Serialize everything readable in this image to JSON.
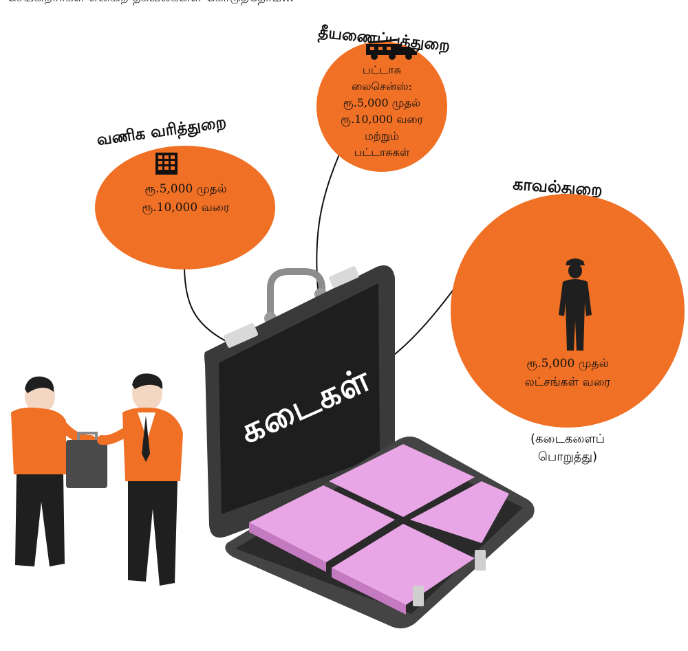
{
  "header": {
    "partial_text": "செய்கிறார்கள் என்கிற தகவல்களை கொடுத்தோம்..."
  },
  "case": {
    "label": "கடைகள்"
  },
  "departments": {
    "commercial_tax": {
      "label": "வணிக வரித்துறை",
      "icon": "building-icon",
      "lines": [
        "ரூ.5,000 முதல்",
        "ரூ.10,000 வரை"
      ]
    },
    "fire": {
      "label": "தீயணைப்புத்துறை",
      "icon": "fire-truck-icon",
      "lines": [
        "பட்டாசு",
        "லைசென்ஸ்:",
        "ரூ.5,000 முதல்",
        "ரூ.10,000 வரை",
        "மற்றும்",
        "பட்டாசுகள்"
      ]
    },
    "police": {
      "label": "காவல்துறை",
      "icon": "police-officer-icon",
      "lines": [
        "ரூ.5,000 முதல்",
        "லட்சங்கள் வரை"
      ],
      "note_lines": [
        "(கடைகளைப்",
        "பொறுத்து)"
      ]
    }
  },
  "colors": {
    "accent": "#f07025",
    "case": "#3a3a3a",
    "case_lid": "#2b2b2b",
    "money": "#e9a6e6",
    "figure_dark": "#1f1f1f"
  }
}
